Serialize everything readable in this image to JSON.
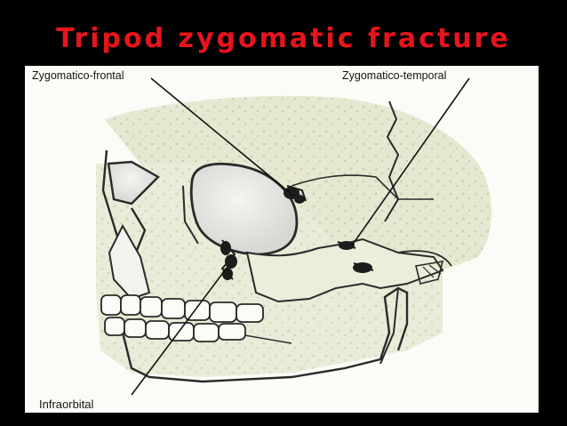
{
  "slide": {
    "title": "Tripod zygomatic fracture"
  },
  "diagram": {
    "labels": {
      "zygomatico_frontal": "Zygomatico-frontal",
      "zygomatico_temporal": "Zygomatico-temporal",
      "infraorbital": "Infraorbital"
    },
    "colors": {
      "title_red": "#e8141c",
      "background": "#000000",
      "panel": "#fbfbf7",
      "bone_tint": "#e0e2c6",
      "outline": "#2a2a2a",
      "fracture": "#1c1c1c",
      "orbit": "#e4e4e0"
    }
  }
}
